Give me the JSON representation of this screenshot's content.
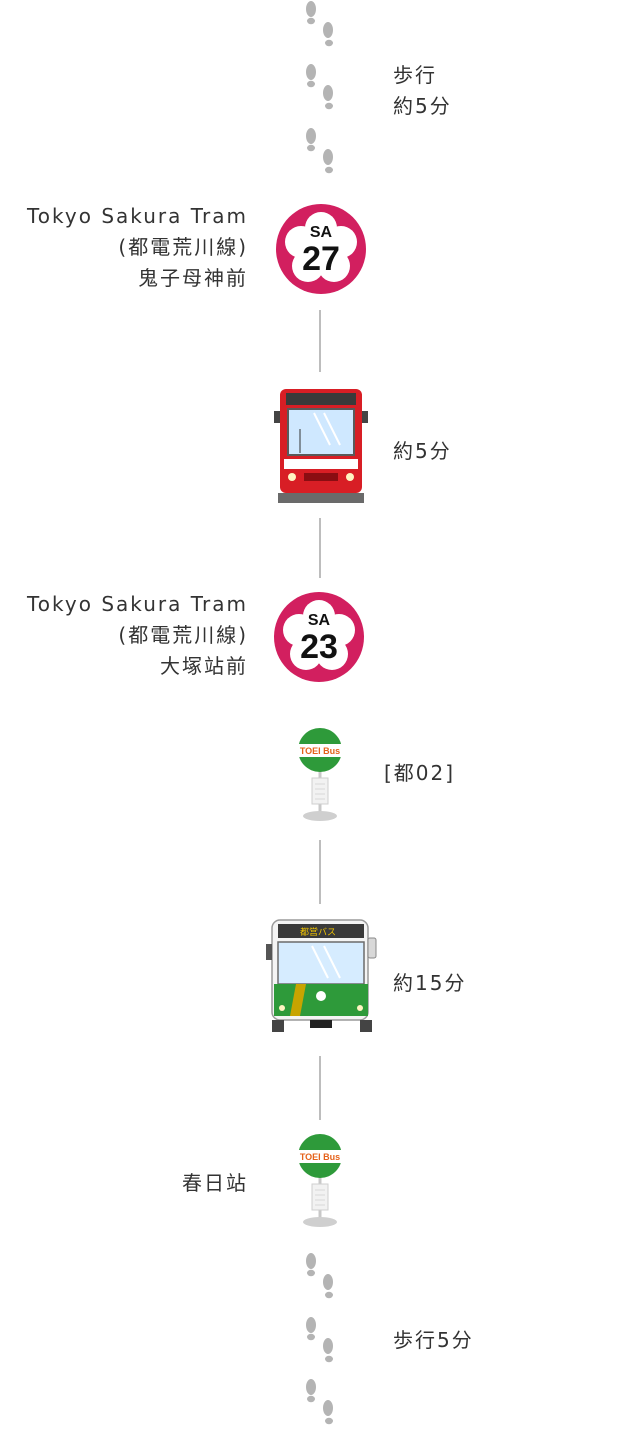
{
  "steps": {
    "walk_1": {
      "line1": "歩行",
      "line2": "約5分"
    },
    "stop_1": {
      "line_name": "Tokyo Sakura Tram",
      "line_local": "(都電荒川線)",
      "station": "鬼子母神前",
      "code_prefix": "SA",
      "code_number": "27"
    },
    "tram_ride": {
      "duration": "約5分"
    },
    "stop_2": {
      "line_name": "Tokyo Sakura Tram",
      "line_local": "(都電荒川線)",
      "station": "大塚站前",
      "code_prefix": "SA",
      "code_number": "23"
    },
    "bus_stop_1": {
      "sign": "TOEI Bus",
      "route": "[都02]"
    },
    "bus_ride": {
      "duration": "約15分",
      "destination_sign": "都営バス"
    },
    "bus_stop_2": {
      "station": "春日站",
      "sign": "TOEI Bus"
    },
    "walk_2": {
      "text": "歩行5分"
    }
  },
  "colors": {
    "accent": "#d21f5f",
    "line": "#bdbdbd",
    "footprint": "#b4b4b4",
    "bus_green": "#2e9a3a",
    "tram_red": "#d81e25"
  },
  "icons": [
    "footprints-icon",
    "station-badge-icon",
    "tram-icon",
    "bus-stop-icon",
    "bus-icon"
  ]
}
